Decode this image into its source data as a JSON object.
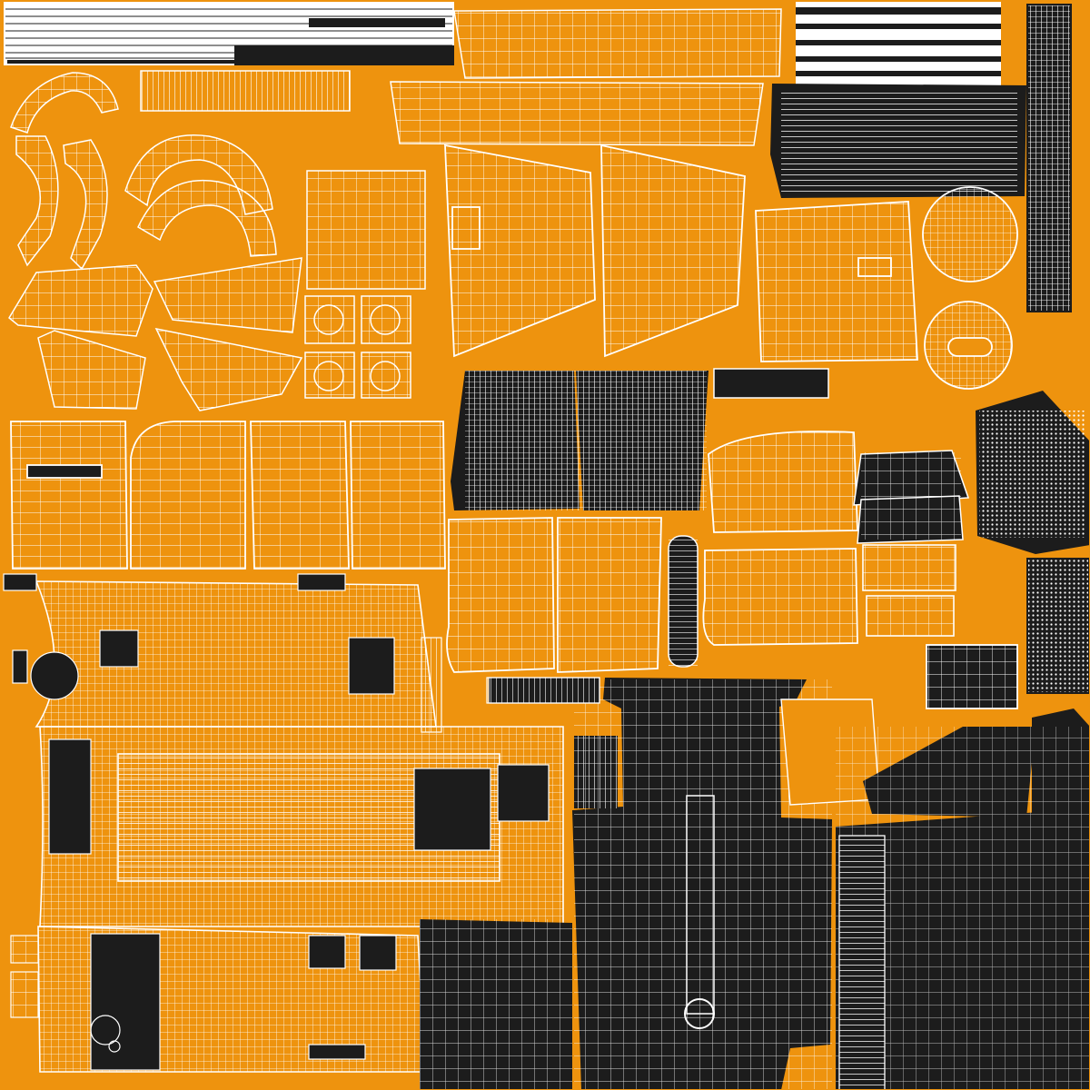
{
  "sheet": {
    "kind": "uv-texture-layout",
    "colors": {
      "background": "#ee930e",
      "wire": "#ffffff",
      "dark_fill": "#1c1c1c"
    },
    "islands": {
      "orange_wireframe_count": "many",
      "dark_wireframe_count": "many"
    }
  }
}
